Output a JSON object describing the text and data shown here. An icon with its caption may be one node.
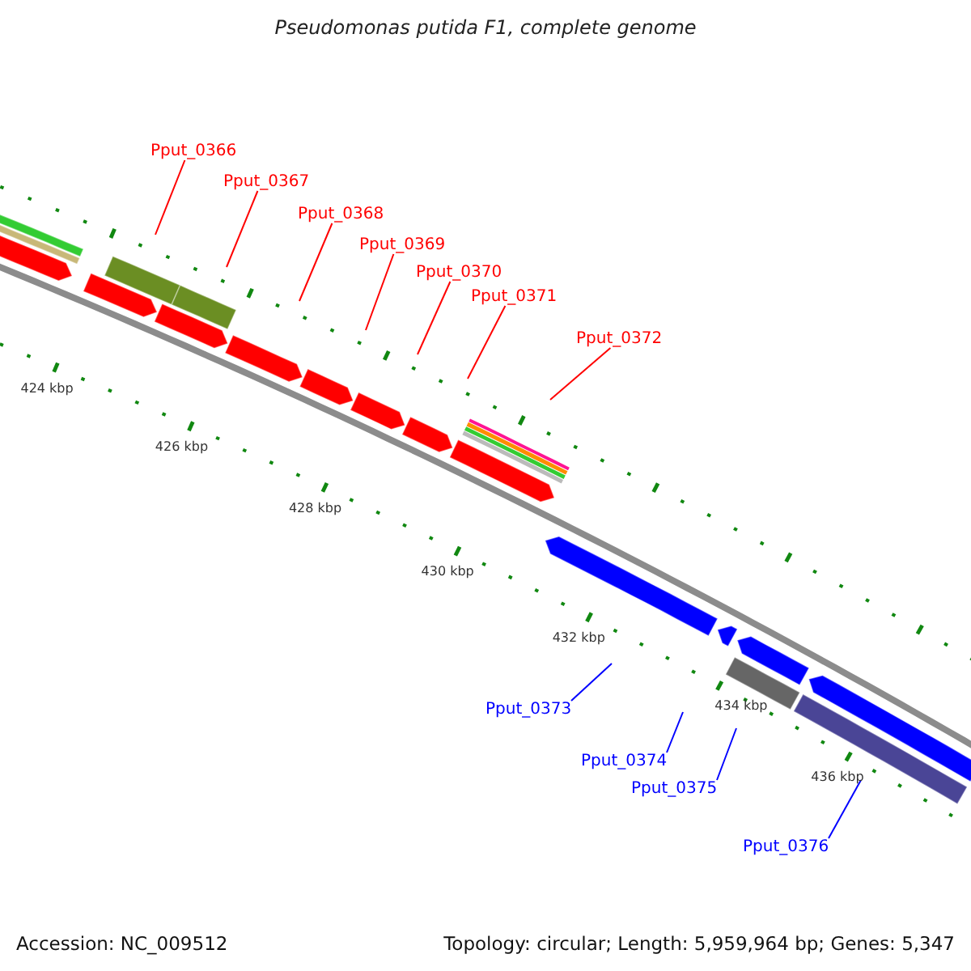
{
  "diagram": {
    "title": "Pseudomonas putida F1, complete genome",
    "nodes": [
      {
        "text": [
          "Pput_0366"
        ]
      },
      {
        "text": [
          "Pput_0367"
        ]
      },
      {
        "text": [
          "Pput_0368"
        ]
      },
      {
        "text": [
          "Pput_0369"
        ]
      },
      {
        "text": [
          "Pput_0370"
        ]
      },
      {
        "text": [
          "Pput_0371"
        ]
      },
      {
        "text": [
          "Pput_0372"
        ]
      },
      {
        "text": [
          "Pput_0373"
        ]
      },
      {
        "text": [
          "Pput_0374"
        ]
      },
      {
        "text": [
          "Pput_0375"
        ]
      },
      {
        "text": [
          "Pput_0376"
        ]
      }
    ],
    "edges": [
      {
        "from": 0,
        "to": null,
        "arrow": "none"
      },
      {
        "from": 1,
        "to": null,
        "arrow": "none"
      },
      {
        "from": 2,
        "to": null,
        "arrow": "none"
      },
      {
        "from": 3,
        "to": null,
        "arrow": "none"
      },
      {
        "from": 4,
        "to": null,
        "arrow": "none"
      },
      {
        "from": 5,
        "to": null,
        "arrow": "none"
      },
      {
        "from": 6,
        "to": null,
        "arrow": "none"
      },
      {
        "from": 7,
        "to": null,
        "arrow": "none",
        "color": "#0000ff"
      },
      {
        "from": 8,
        "to": null,
        "arrow": "none",
        "color": "#0000ff"
      },
      {
        "from": 9,
        "to": null,
        "arrow": "none",
        "color": "#0000ff"
      },
      {
        "from": 10,
        "to": null,
        "arrow": "none",
        "color": "#0000ff"
      }
    ],
    "labels": [
      "424 kbp",
      "426 kbp",
      "428 kbp",
      "430 kbp",
      "432 kbp",
      "434 kbp",
      "436 kbp",
      "Accession: NC_009512",
      "Topology: circular; Length: 5,959,964 bp; Genes: 5,347"
    ]
  }
}
